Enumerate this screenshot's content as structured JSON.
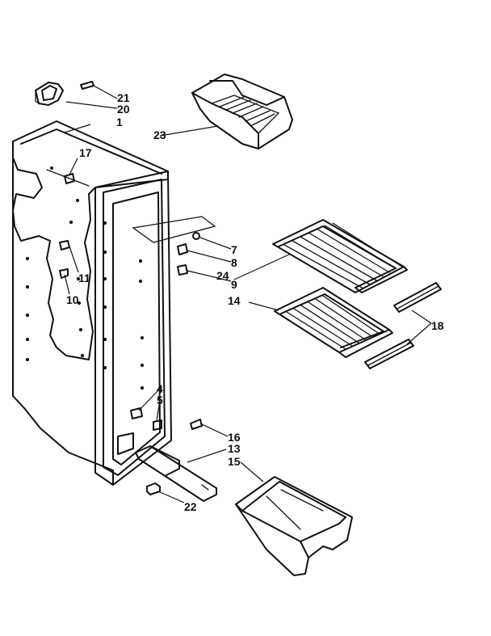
{
  "callouts": [
    {
      "id": "c1",
      "text": "1"
    },
    {
      "id": "c4",
      "text": "4"
    },
    {
      "id": "c5",
      "text": "5"
    },
    {
      "id": "c7",
      "text": "7"
    },
    {
      "id": "c8",
      "text": "8"
    },
    {
      "id": "c9",
      "text": "9"
    },
    {
      "id": "c10",
      "text": "10"
    },
    {
      "id": "c11",
      "text": "11"
    },
    {
      "id": "c13",
      "text": "13"
    },
    {
      "id": "c14",
      "text": "14"
    },
    {
      "id": "c15",
      "text": "15"
    },
    {
      "id": "c16",
      "text": "16"
    },
    {
      "id": "c17",
      "text": "17"
    },
    {
      "id": "c18",
      "text": "18"
    },
    {
      "id": "c20",
      "text": "20"
    },
    {
      "id": "c21",
      "text": "21"
    },
    {
      "id": "c22",
      "text": "22"
    },
    {
      "id": "c23",
      "text": "23"
    },
    {
      "id": "c24",
      "text": "24"
    }
  ]
}
